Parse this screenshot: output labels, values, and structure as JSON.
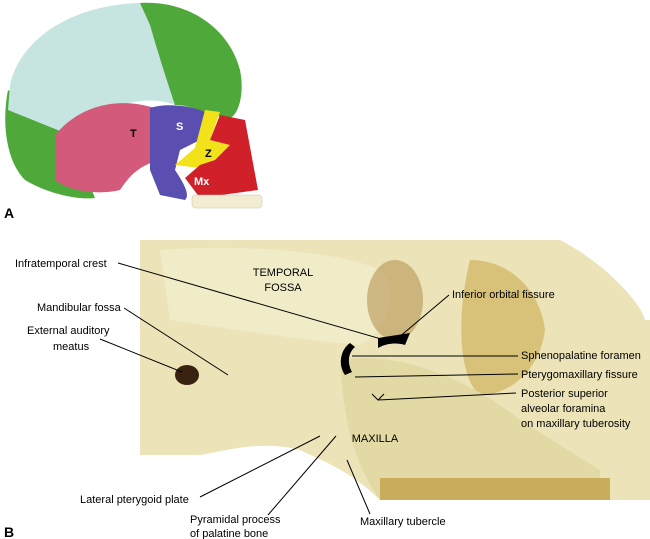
{
  "panel_a": {
    "letter": "A",
    "bones": {
      "temporal": "T",
      "sphenoid": "S",
      "zygomatic": "Z",
      "maxilla": "Mx"
    },
    "colors": {
      "parietal": "#bfe0dc",
      "frontal": "#4fa83a",
      "temporal": "#d45a7c",
      "sphenoid": "#5a4fb0",
      "zygomatic": "#f2e21a",
      "maxilla": "#d0202a",
      "teeth": "#f2ecd2"
    }
  },
  "panel_b": {
    "letter": "B",
    "region_labels": {
      "temporal_fossa_1": "TEMPORAL",
      "temporal_fossa_2": "FOSSA",
      "maxilla": "MAXILLA"
    },
    "labels": {
      "infratemporal_crest": "Infratemporal crest",
      "mandibular_fossa": "Mandibular fossa",
      "external_auditory_1": "External auditory",
      "external_auditory_2": "meatus",
      "inferior_orbital_fissure": "Inferior orbital fissure",
      "sphenopalatine_foramen": "Sphenopalatine foramen",
      "pterygomaxillary_fissure": "Pterygomaxillary fissure",
      "psa_1": "Posterior superior",
      "psa_2": "alveolar foramina",
      "psa_3": "on maxillary tuberosity",
      "lateral_pterygoid_plate": "Lateral pterygoid plate",
      "pyramidal_1": "Pyramidal process",
      "pyramidal_2": "of palatine bone",
      "maxillary_tubercle": "Maxillary tubercle"
    }
  }
}
